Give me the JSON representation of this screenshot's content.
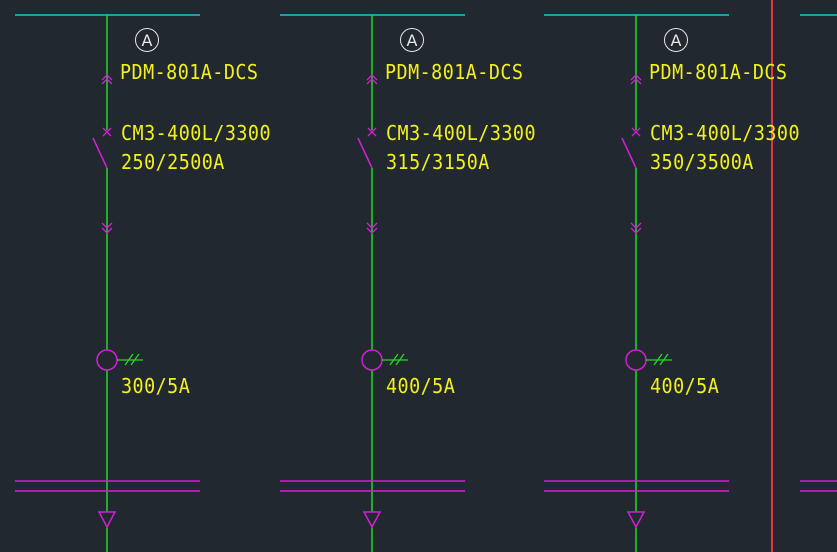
{
  "colors": {
    "background": "#212830",
    "bus_top": "#19c9c9",
    "feeder": "#22d922",
    "device": "#d41fd4",
    "text": "#f2f01e",
    "marker": "#e6e6e6",
    "cutline": "#e8343a"
  },
  "feeders": [
    {
      "marker": "A",
      "device_model": "PDM-801A-DCS",
      "breaker_model": "CM3-400L/3300",
      "breaker_rating": "250/2500A",
      "ct_ratio": "300/5A"
    },
    {
      "marker": "A",
      "device_model": "PDM-801A-DCS",
      "breaker_model": "CM3-400L/3300",
      "breaker_rating": "315/3150A",
      "ct_ratio": "400/5A"
    },
    {
      "marker": "A",
      "device_model": "PDM-801A-DCS",
      "breaker_model": "CM3-400L/3300",
      "breaker_rating": "350/3500A",
      "ct_ratio": "400/5A"
    }
  ]
}
